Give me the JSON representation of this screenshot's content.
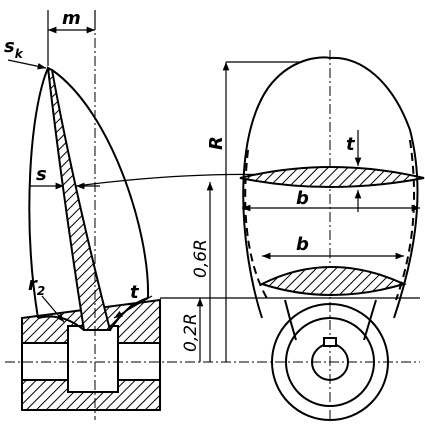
{
  "labels": {
    "m": "m",
    "s_k_main": "s",
    "s_k_sub": "k",
    "s": "s",
    "r2_main": "r",
    "r2_sub": "2",
    "t_left": "t",
    "R": "R",
    "r06R": "0,6R",
    "r02R": "0,2R",
    "t_right": "t",
    "b_upper": "b",
    "b_lower": "b"
  }
}
